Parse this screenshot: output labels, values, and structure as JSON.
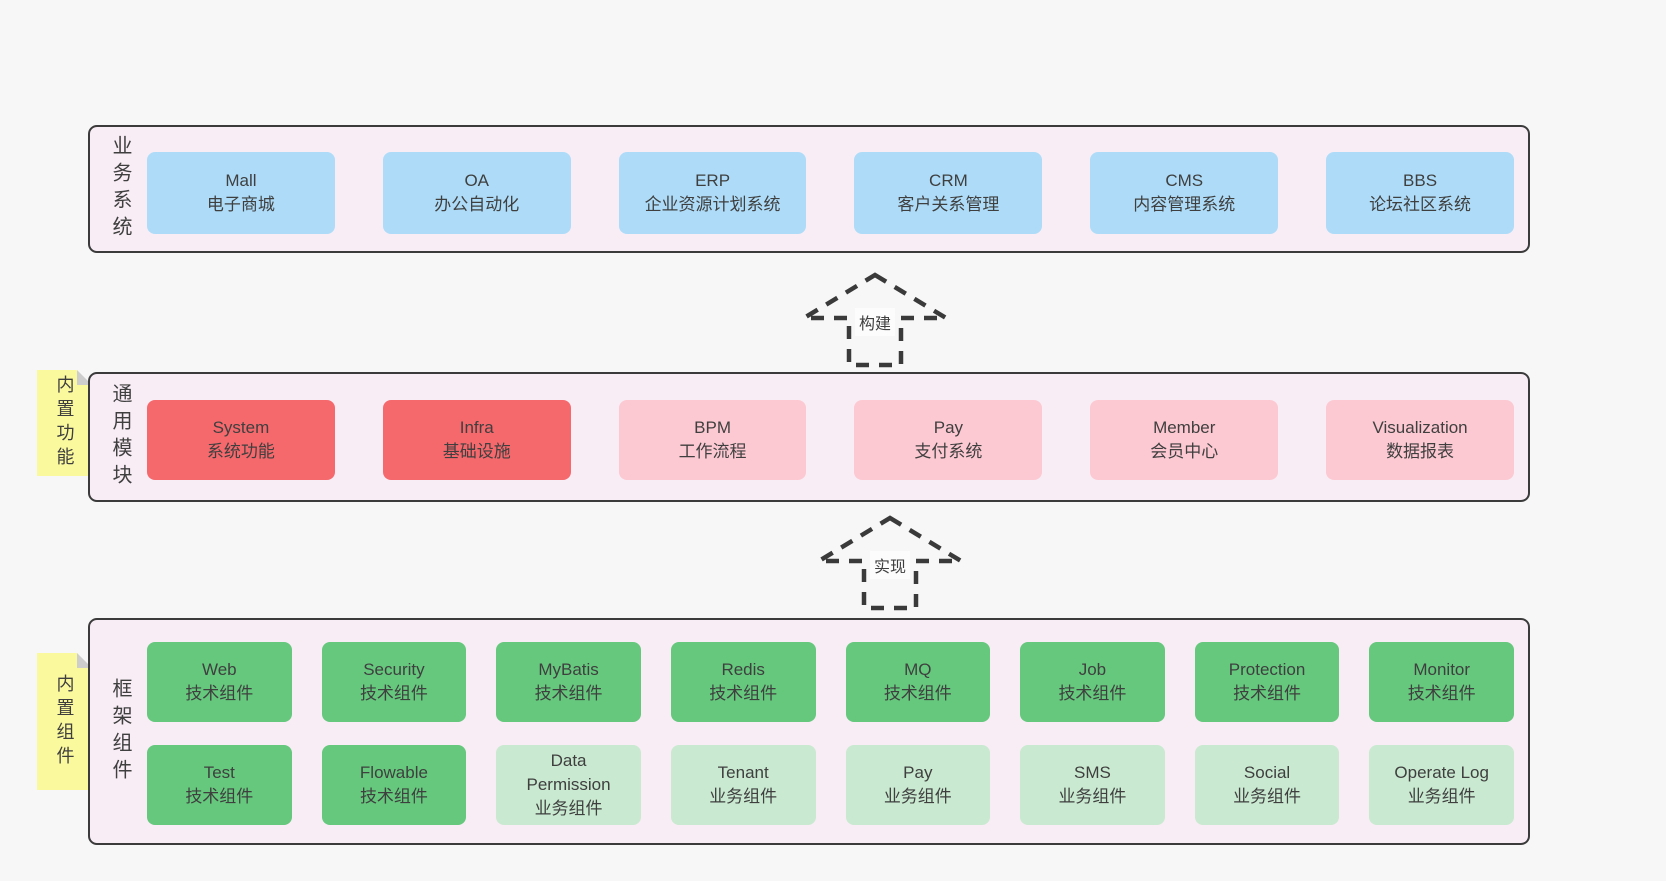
{
  "page": {
    "background": "#f7f7f7"
  },
  "palette": {
    "band_fill": "#f8edf5",
    "band_border": "#3b3b3b",
    "blue_box": "#aedcf8",
    "red_box": "#f5696d",
    "pink_box": "#fcc9d2",
    "green_box": "#65c87d",
    "light_green_box": "#c9e9d0",
    "sticky_note": "#fbf99e",
    "note_fold": "#cdcdcd",
    "text": "#3f3f3f",
    "arrow_stroke": "#3a3a3a"
  },
  "arrows": [
    {
      "label": "构建"
    },
    {
      "label": "实现"
    }
  ],
  "layers": [
    {
      "title": "业务系统",
      "boxes": [
        {
          "name": "Mall",
          "desc": "电子商城"
        },
        {
          "name": "OA",
          "desc": "办公自动化"
        },
        {
          "name": "ERP",
          "desc": "企业资源计划系统"
        },
        {
          "name": "CRM",
          "desc": "客户关系管理"
        },
        {
          "name": "CMS",
          "desc": "内容管理系统"
        },
        {
          "name": "BBS",
          "desc": "论坛社区系统"
        }
      ]
    },
    {
      "title": "通用模块",
      "note": "内置功能",
      "boxes": [
        {
          "name": "System",
          "desc": "系统功能"
        },
        {
          "name": "Infra",
          "desc": "基础设施"
        },
        {
          "name": "BPM",
          "desc": "工作流程"
        },
        {
          "name": "Pay",
          "desc": "支付系统"
        },
        {
          "name": "Member",
          "desc": "会员中心"
        },
        {
          "name": "Visualization",
          "desc": "数据报表"
        }
      ]
    },
    {
      "title": "框架组件",
      "note": "内置组件",
      "boxes": [
        {
          "name": "Web",
          "desc": "技术组件"
        },
        {
          "name": "Security",
          "desc": "技术组件"
        },
        {
          "name": "MyBatis",
          "desc": "技术组件"
        },
        {
          "name": "Redis",
          "desc": "技术组件"
        },
        {
          "name": "MQ",
          "desc": "技术组件"
        },
        {
          "name": "Job",
          "desc": "技术组件"
        },
        {
          "name": "Protection",
          "desc": "技术组件"
        },
        {
          "name": "Monitor",
          "desc": "技术组件"
        },
        {
          "name": "Test",
          "desc": "技术组件"
        },
        {
          "name": "Flowable",
          "desc": "技术组件"
        },
        {
          "name": "Data Permission",
          "desc": "业务组件"
        },
        {
          "name": "Tenant",
          "desc": "业务组件"
        },
        {
          "name": "Pay",
          "desc": "业务组件"
        },
        {
          "name": "SMS",
          "desc": "业务组件"
        },
        {
          "name": "Social",
          "desc": "业务组件"
        },
        {
          "name": "Operate Log",
          "desc": "业务组件"
        }
      ]
    }
  ]
}
